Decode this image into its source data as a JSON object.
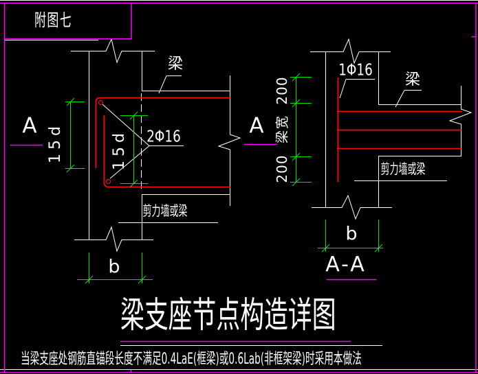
{
  "colors": {
    "background": "#000000",
    "line": "#ffffff",
    "rebar": "#fb0909",
    "dimension": "#00e400",
    "accent": "#ff00ff"
  },
  "sheet": {
    "figure_label": "附图七"
  },
  "elevation_view": {
    "section_marker": "A",
    "beam_label": "梁",
    "rebar_callout": "2Φ16",
    "hook_length": "15d",
    "support_label": "剪力墙或梁",
    "width_label": "b"
  },
  "section_view": {
    "rebar_callout": "1Φ16",
    "beam_label": "梁",
    "dim_top": "200",
    "dim_beam_width": "梁宽",
    "dim_bottom": "200",
    "support_label": "剪力墙或梁",
    "width_label": "b",
    "view_name": "A-A"
  },
  "title": "梁支座节点构造详图",
  "note": "当梁支座处钢筋直锚段长度不满足0.4LaE(框梁)或0.6Lab(非框架梁)时采用本做法"
}
